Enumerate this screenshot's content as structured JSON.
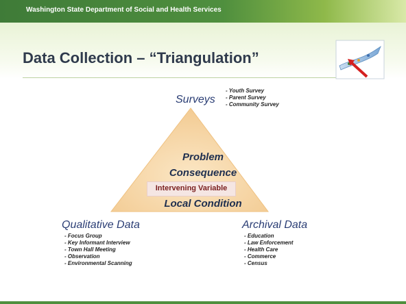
{
  "header": {
    "org_name": "Washington State Department of Social and Health Services",
    "title": "Data Collection – “Triangulation”"
  },
  "diagram": {
    "top": {
      "label": "Surveys",
      "items": [
        "- Youth Survey",
        "- Parent Survey",
        "- Community Survey"
      ]
    },
    "left": {
      "label": "Qualitative Data",
      "items": [
        "- Focus Group",
        "- Key Informant Interview",
        "- Town Hall Meeting",
        "- Observation",
        "- Environmental Scanning"
      ]
    },
    "right": {
      "label": "Archival Data",
      "items": [
        "- Education",
        "- Law Enforcement",
        "- Health Care",
        "- Commerce",
        "- Census"
      ]
    },
    "inside": {
      "problem": "Problem",
      "consequence": "Consequence",
      "intervening": "Intervening Variable",
      "local": "Local Condition"
    }
  },
  "colors": {
    "header_green": "#4f8f3e",
    "title_text": "#2f3a4c",
    "label_blue": "#2a3d74",
    "triangle_fill": "#f6d5a6"
  }
}
